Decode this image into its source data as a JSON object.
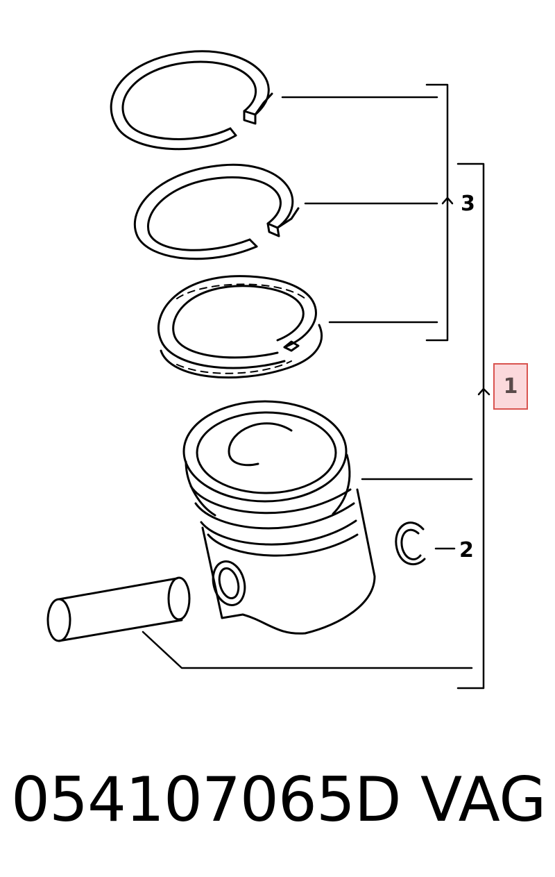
{
  "callouts": {
    "piston_set": "1",
    "circlip": "2",
    "rings": "3"
  },
  "footer": {
    "part_number": "054107065D",
    "brand": "VAG"
  },
  "colors": {
    "line": "#000000",
    "highlight_fill": "#fbd9dc",
    "highlight_border": "#d9534f"
  }
}
